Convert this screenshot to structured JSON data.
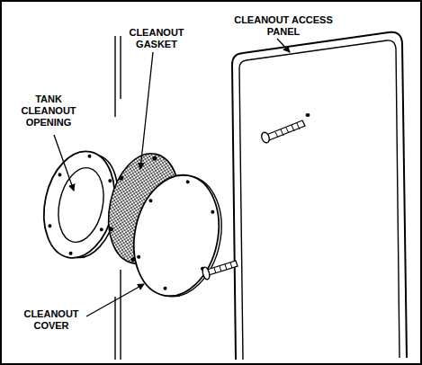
{
  "diagram": {
    "labels": [
      "TANK CLEANOUT OPENING",
      "CLEANOUT GASKET",
      "CLEANOUT ACCESS PANEL",
      "CLEANOUT COVER"
    ]
  }
}
